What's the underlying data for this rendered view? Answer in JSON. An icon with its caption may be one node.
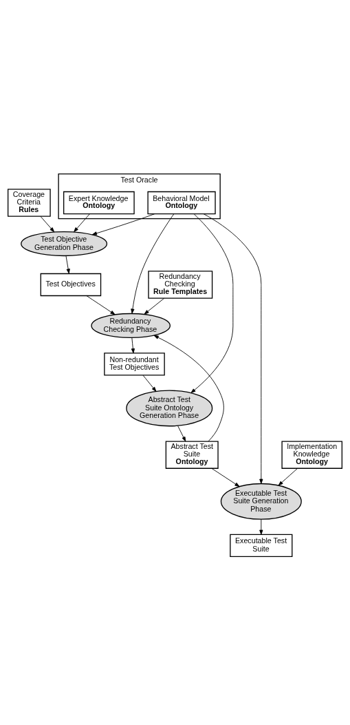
{
  "diagram": {
    "nodes": [
      {
        "text": [
          "Coverage Criteria",
          "Rules"
        ]
      },
      {
        "text": [
          "Test Oracle"
        ]
      },
      {
        "text": [
          "Expert Knowledge",
          "Ontology"
        ],
        "in": 1
      },
      {
        "text": [
          "Behavioral Model",
          "Ontology"
        ],
        "in": 1
      },
      {
        "text": [
          "Test Objective Generation Phase"
        ]
      },
      {
        "text": [
          "Redundancy Checking",
          "Rule Templates"
        ]
      },
      {
        "text": [
          "Test Objectives"
        ]
      },
      {
        "text": [
          "Redundancy Checking Phase"
        ]
      },
      {
        "text": [
          "Non-redundant Test Objectives"
        ]
      },
      {
        "text": [
          "Abstract Test Suite Ontology Generation Phase"
        ]
      },
      {
        "text": [
          "Implementation Knowledge",
          "Ontology"
        ]
      },
      {
        "text": [
          "Abstract Test Suite",
          "Ontology"
        ]
      },
      {
        "text": [
          "Executable Test Suite Generation Phase"
        ]
      },
      {
        "text": [
          "Executable Test Suite"
        ]
      }
    ],
    "edges": [
      {
        "from": 0,
        "to": 4,
        "arrow": "to"
      },
      {
        "from": 2,
        "to": 4,
        "arrow": "to"
      },
      {
        "from": 3,
        "to": 4,
        "arrow": "to"
      },
      {
        "from": 4,
        "to": 6,
        "arrow": "to"
      },
      {
        "from": 5,
        "to": 7,
        "arrow": "to"
      },
      {
        "from": 6,
        "to": 7,
        "arrow": "to"
      },
      {
        "from": 3,
        "to": 7,
        "arrow": "to"
      },
      {
        "from": 7,
        "to": 8,
        "arrow": "to"
      },
      {
        "from": 8,
        "to": 9,
        "arrow": "to"
      },
      {
        "from": 3,
        "to": 9,
        "arrow": "to"
      },
      {
        "from": 9,
        "to": 11,
        "arrow": "to"
      },
      {
        "from": 11,
        "to": 7,
        "arrow": "to"
      },
      {
        "from": 10,
        "to": 12,
        "arrow": "to"
      },
      {
        "from": 11,
        "to": 12,
        "arrow": "to"
      },
      {
        "from": 3,
        "to": 12,
        "arrow": "to"
      },
      {
        "from": 12,
        "to": 13,
        "arrow": "to"
      }
    ]
  }
}
